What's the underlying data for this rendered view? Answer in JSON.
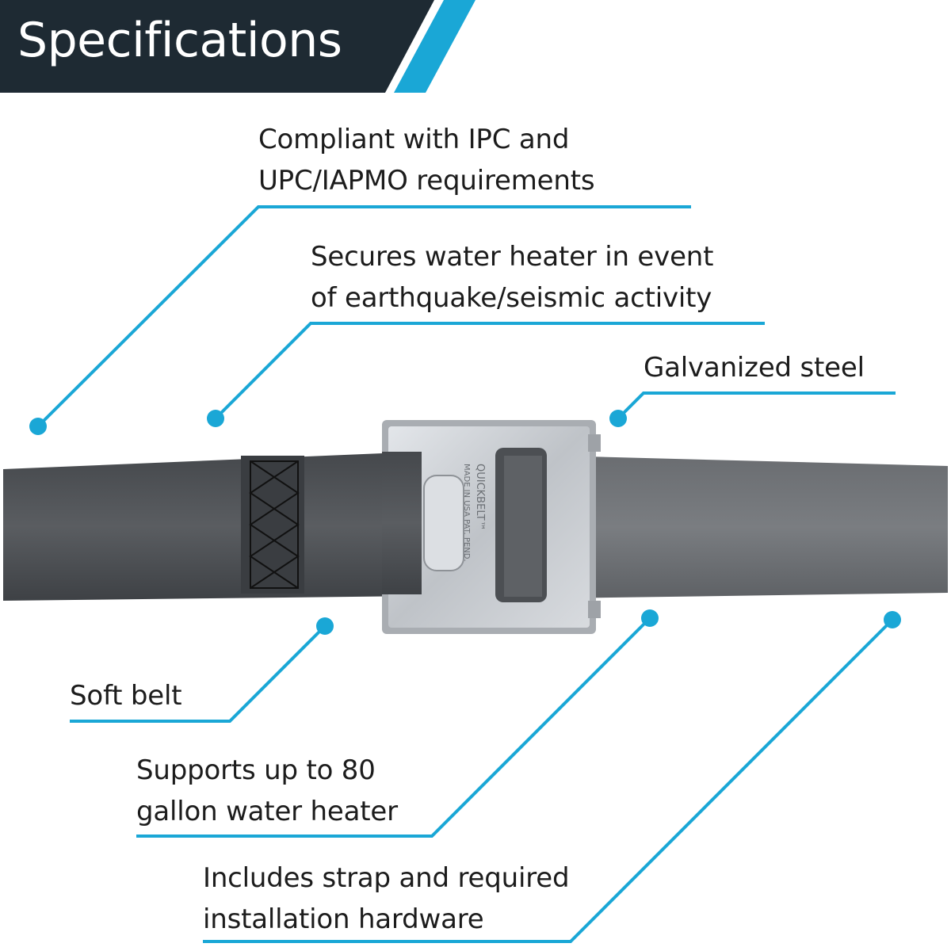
{
  "header": {
    "title": "Specifications"
  },
  "product": {
    "buckle_brand_text": "QUICKBELT™",
    "buckle_origin_text": "MADE IN USA PAT. PEND."
  },
  "callouts": {
    "compliance": [
      "Compliant with IPC and",
      "UPC/IAPMO  requirements"
    ],
    "seismic": [
      "Secures water heater in event",
      "of earthquake/seismic activity"
    ],
    "material": [
      "Galvanized steel"
    ],
    "belt": [
      "Soft belt"
    ],
    "capacity": [
      "Supports up to 80",
      "gallon water heater"
    ],
    "contents": [
      "Includes strap and required",
      "installation hardware"
    ]
  },
  "colors": {
    "header_bg": "#1e2a33",
    "accent": "#1aa7d6",
    "strap": "#505357",
    "buckle": "#c9ccd0",
    "text": "#1c1c1c"
  }
}
